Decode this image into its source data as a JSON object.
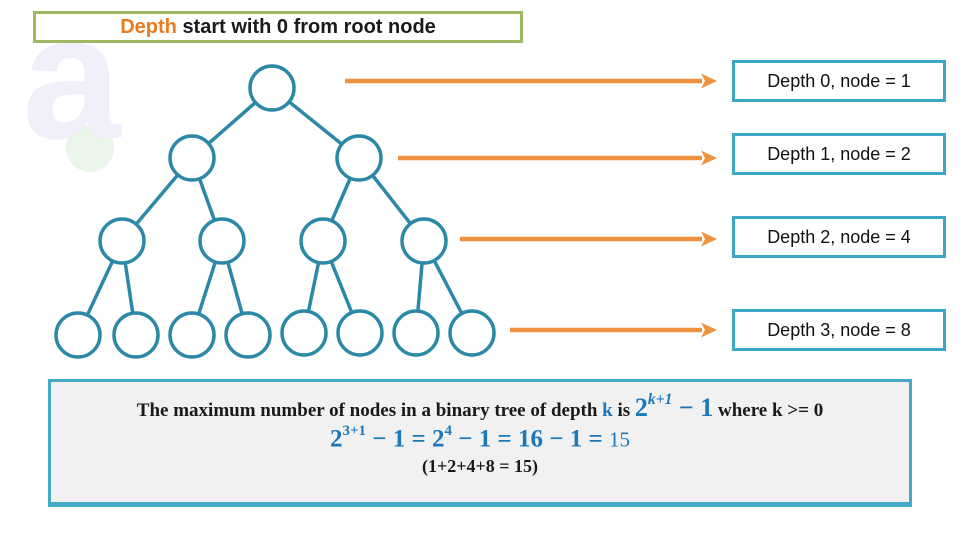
{
  "banner": {
    "highlight": "Depth",
    "rest": " start with 0 from root node"
  },
  "watermark": {
    "letter": "a"
  },
  "tree": {
    "levels": [
      {
        "depth": 0,
        "node_count": 1
      },
      {
        "depth": 1,
        "node_count": 2
      },
      {
        "depth": 2,
        "node_count": 4
      },
      {
        "depth": 3,
        "node_count": 8
      }
    ]
  },
  "depth_labels": [
    {
      "label": "Depth 0, node = 1"
    },
    {
      "label": "Depth 1, node = 2"
    },
    {
      "label": "Depth 2, node = 4"
    },
    {
      "label": "Depth 3, node = 8"
    }
  ],
  "formula": {
    "intro": "The maximum number of nodes in a binary tree of depth ",
    "k": "k",
    "is": " is ",
    "expr_base": "2",
    "expr_sup": "k+1",
    "expr_tail": " − 1",
    "where": " where k >= 0",
    "calc_base1": "2",
    "calc_sup1": "3+1",
    "calc_seg1": " − 1 = ",
    "calc_base2": "2",
    "calc_sup2": "4",
    "calc_seg2": " − 1 = 16 − 1 = ",
    "calc_result": "15",
    "sum": "(1+2+4+8 = 15)"
  },
  "colors": {
    "tree_stroke": "#2b89a7",
    "label_box_border": "#3ba7c2",
    "arrow": "#f0923f",
    "title_highlight": "#e87c22",
    "title_border": "#9cb961",
    "formula_blue": "#1b78bd",
    "formula_bg": "#f1f1f1"
  }
}
